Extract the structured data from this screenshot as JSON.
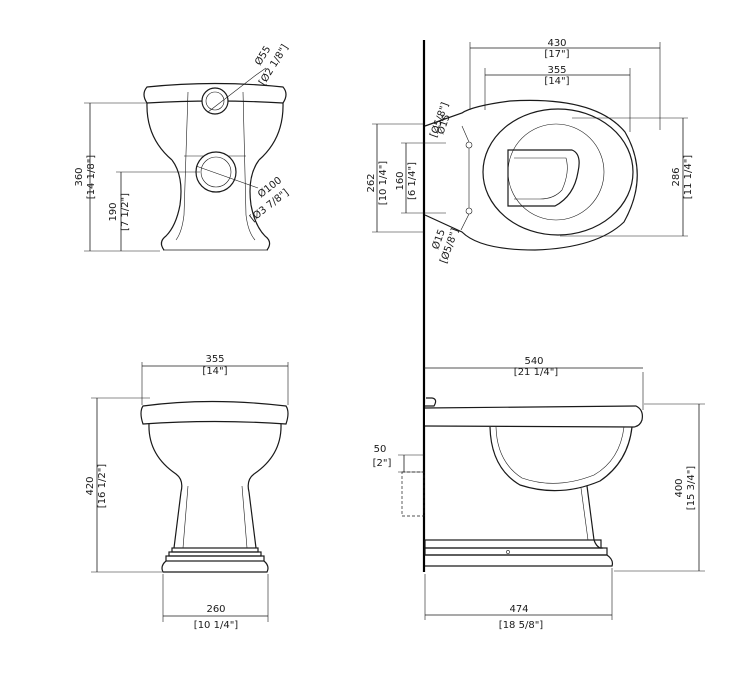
{
  "views": {
    "rear": {
      "d_drain_mm": "Ø55",
      "d_drain_in": "[Ø2 1/8\"]",
      "d_inlet_mm": "Ø100",
      "d_inlet_in": "[Ø3 7/8\"]",
      "height_mm": "360",
      "height_in": "[14 1/8\"]",
      "inlet_height_mm": "190",
      "inlet_height_in": "[7 1/2\"]"
    },
    "plan": {
      "outer_width_mm": "430",
      "outer_width_in": "[17\"]",
      "inner_width_mm": "355",
      "inner_width_in": "[14\"]",
      "fix_top_mm": "Ø15",
      "fix_top_in": "[Ø5/8\"]",
      "fix_bottom_mm": "Ø15",
      "fix_bottom_in": "[Ø5/8\"]",
      "span_mm": "262",
      "span_in": "[10 1/4\"]",
      "fix_span_mm": "160",
      "fix_span_in": "[6 1/4\"]",
      "depth_mm": "286",
      "depth_in": "[11 1/4\"]"
    },
    "front": {
      "width_mm": "355",
      "width_in": "[14\"]",
      "height_mm": "420",
      "height_in": "[16 1/2\"]",
      "base_mm": "260",
      "base_in": "[10 1/4\"]"
    },
    "side": {
      "length_mm": "540",
      "length_in": "[21 1/4\"]",
      "offset_mm": "50",
      "offset_in": "[2\"]",
      "height_mm": "400",
      "height_in": "[15 3/4\"]",
      "base_mm": "474",
      "base_in": "[18 5/8\"]"
    }
  }
}
